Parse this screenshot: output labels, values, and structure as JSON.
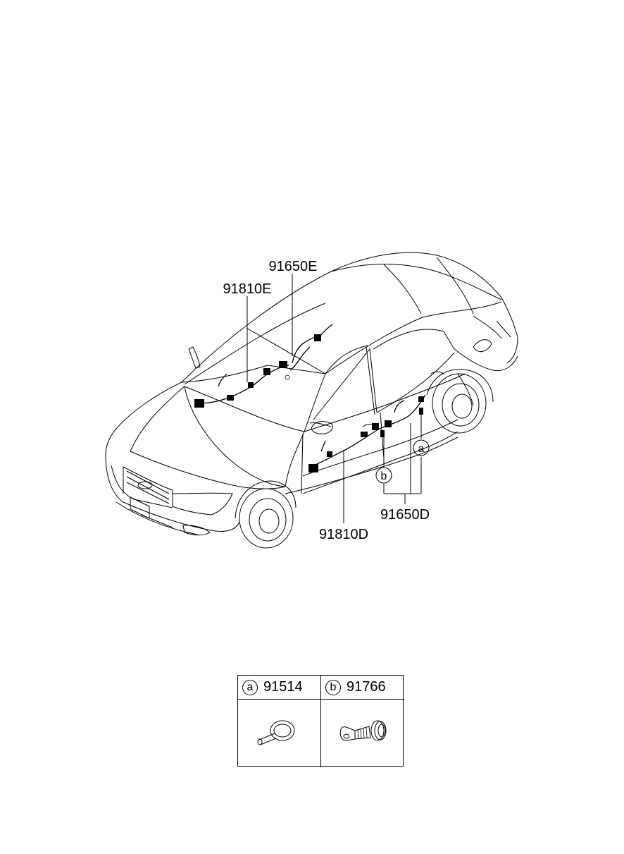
{
  "callouts": {
    "harness_1": "91650E",
    "harness_2": "91810E",
    "harness_3": "91810D",
    "harness_4": "91650D"
  },
  "markers": {
    "a": "a",
    "b": "b"
  },
  "legend": {
    "items": [
      {
        "letter": "a",
        "part_number": "91514"
      },
      {
        "letter": "b",
        "part_number": "91766"
      }
    ]
  }
}
